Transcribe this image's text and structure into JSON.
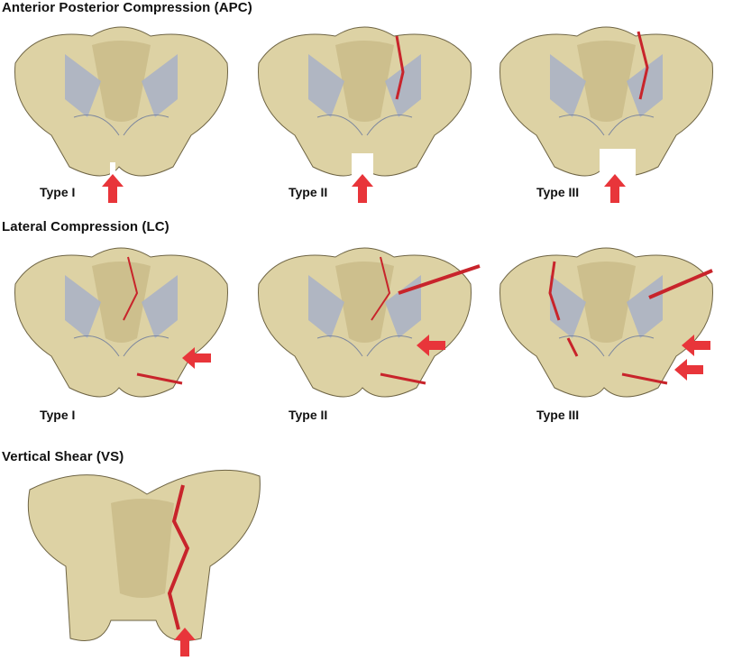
{
  "sections": [
    {
      "id": "apc",
      "title": "Anterior Posterior Compression (APC)",
      "types": [
        "Type I",
        "Type II",
        "Type III"
      ]
    },
    {
      "id": "lc",
      "title": "Lateral Compression (LC)",
      "types": [
        "Type I",
        "Type II",
        "Type III"
      ]
    },
    {
      "id": "vs",
      "title": "Vertical Shear (VS)",
      "types": []
    }
  ],
  "colors": {
    "bone": "#ddd2a4",
    "bone_shade": "#bfae7a",
    "bone_outline": "#6e6444",
    "ligament": "#a8b2c8",
    "ligament_line": "#7e889e",
    "fracture_red": "#c8242b",
    "arrow_red": "#e8353a",
    "text": "#111111"
  }
}
